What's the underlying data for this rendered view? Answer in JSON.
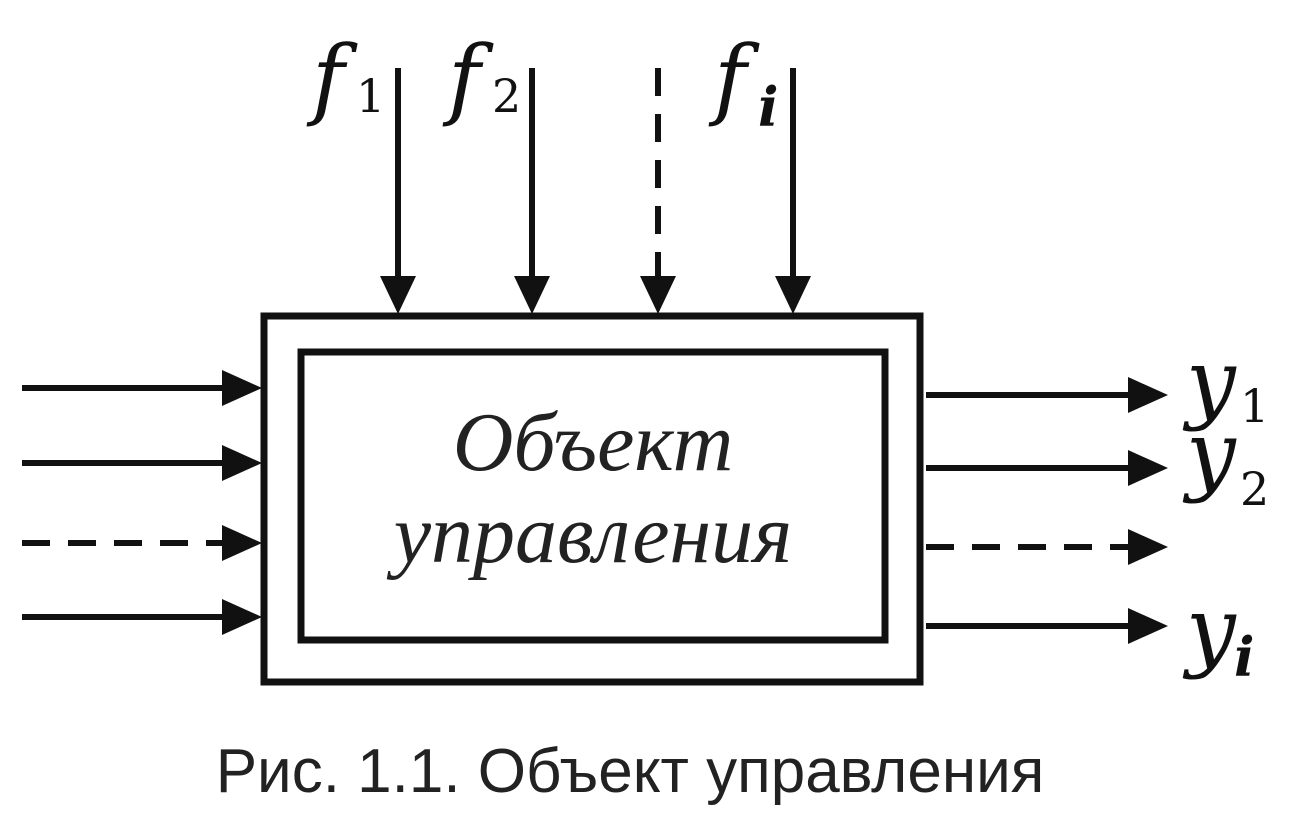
{
  "diagram": {
    "object_label_line1": "Объект",
    "object_label_line2": "управления",
    "caption": "Рис. 1.1. Объект управления",
    "disturbances": [
      {
        "symbol": "f",
        "subscript": "1"
      },
      {
        "symbol": "f",
        "subscript": "2"
      },
      {
        "symbol": "f",
        "subscript": "i"
      }
    ],
    "outputs": [
      {
        "symbol": "y",
        "subscript": "1"
      },
      {
        "symbol": "y",
        "subscript": "2"
      },
      {
        "symbol": "y",
        "subscript": "i"
      }
    ]
  }
}
